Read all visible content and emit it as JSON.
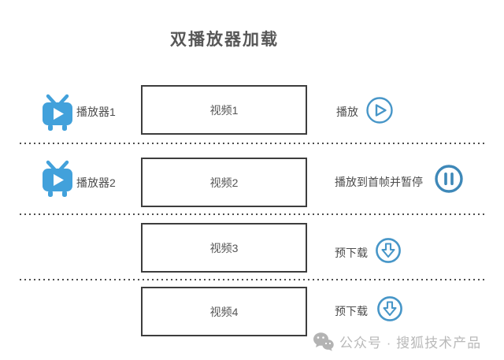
{
  "title": "双播放器加载",
  "rows": [
    {
      "player": "播放器1",
      "video": "视频1",
      "action": "播放"
    },
    {
      "player": "播放器2",
      "video": "视频2",
      "action": "播放到首帧并暂停"
    },
    {
      "video": "视频3",
      "action": "预下载"
    },
    {
      "video": "视频4",
      "action": "预下载"
    }
  ],
  "icons": {
    "player": "tv-play-icon",
    "row1_action": "play-circle-icon",
    "row2_action": "pause-circle-icon",
    "row3_action": "download-circle-icon",
    "row4_action": "download-circle-icon",
    "watermark": "wechat-icon"
  },
  "watermark": {
    "text": "公众号 · 搜狐技术产品"
  },
  "colors": {
    "tv_blue": "#42A1DB",
    "icon_blue": "#4796C8",
    "pause_blue": "#3E88B8",
    "box_border": "#3D3D3D",
    "title_gray": "#575757",
    "text_gray": "#4D4D4D",
    "watermark_gray": "#B9B9B9"
  }
}
